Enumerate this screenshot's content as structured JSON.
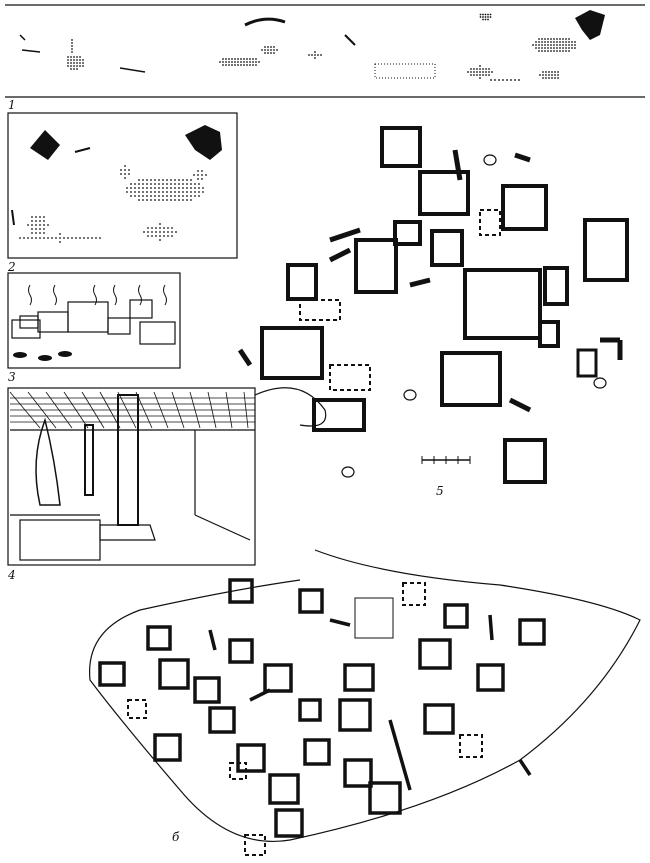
{
  "figure": {
    "panel_labels": [
      "1",
      "2",
      "3",
      "4",
      "5",
      "б"
    ]
  },
  "colors": {
    "ink": "#111111",
    "paper": "#ffffff"
  }
}
